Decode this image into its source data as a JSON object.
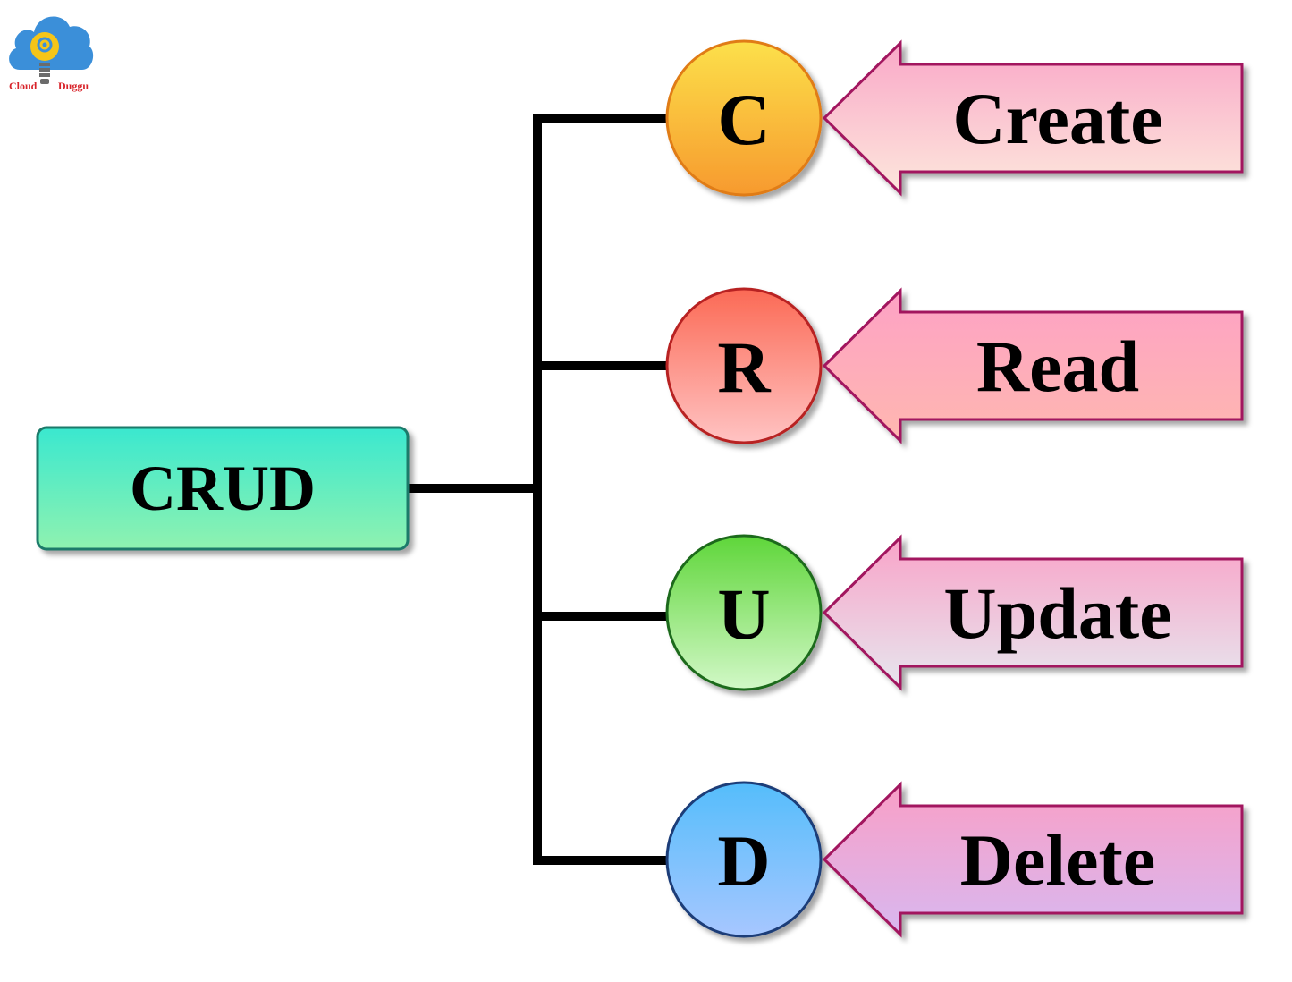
{
  "logo": {
    "word_left": "Cloud",
    "word_right": "Duggu",
    "colors": {
      "cloud": "#3b8fd9",
      "bulb": "#f5c518",
      "text": "#d8232a"
    }
  },
  "root": {
    "label": "CRUD",
    "colors": {
      "top": "#3ae8cf",
      "bottom": "#8ff2b0",
      "stroke": "#1d7a6a"
    }
  },
  "connector": {
    "color": "#000000"
  },
  "operations": [
    {
      "letter": "C",
      "label": "Create",
      "circle": {
        "top": "#fce04a",
        "bottom": "#f79a2e",
        "stroke": "#e07b16"
      },
      "arrow": {
        "top": "#f9a8c8",
        "bottom": "#fde7dc",
        "stroke": "#a2185f"
      }
    },
    {
      "letter": "R",
      "label": "Read",
      "circle": {
        "top": "#fb6a55",
        "bottom": "#ffc3c3",
        "stroke": "#b82222"
      },
      "arrow": {
        "top": "#fda2c5",
        "bottom": "#ffb7b0",
        "stroke": "#a2185f"
      }
    },
    {
      "letter": "U",
      "label": "Update",
      "circle": {
        "top": "#5fd63a",
        "bottom": "#d2f8c7",
        "stroke": "#1f6b1a"
      },
      "arrow": {
        "top": "#f9a3c8",
        "bottom": "#e6e6ee",
        "stroke": "#a2185f"
      }
    },
    {
      "letter": "D",
      "label": "Delete",
      "circle": {
        "top": "#55bdfb",
        "bottom": "#a7c7ff",
        "stroke": "#1b3c78"
      },
      "arrow": {
        "top": "#f99fc6",
        "bottom": "#d8b8f0",
        "stroke": "#a2185f"
      }
    }
  ]
}
